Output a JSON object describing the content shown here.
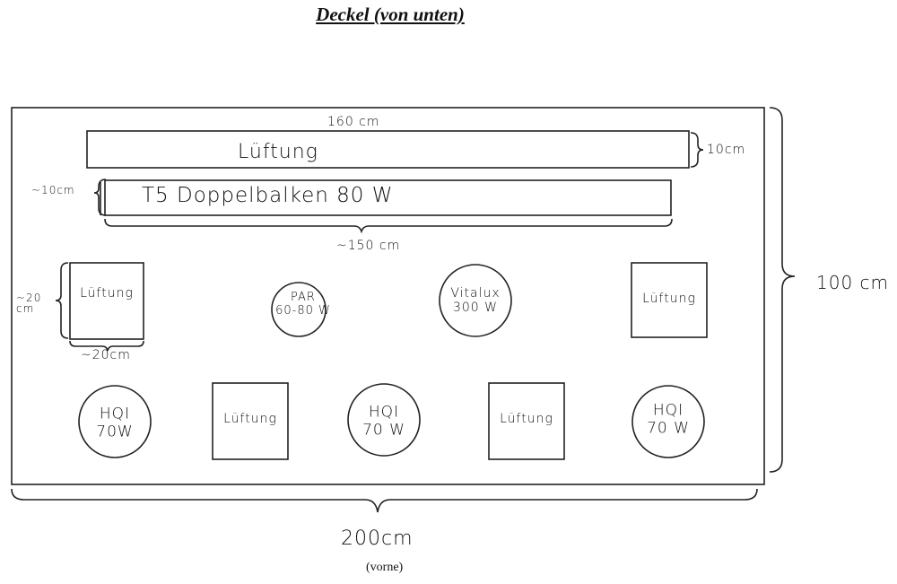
{
  "title": "Deckel (von unten)",
  "dimensions": {
    "top_bar_length": "160 cm",
    "top_bar_height": "10cm",
    "t5_height": "~10cm",
    "t5_length": "~150 cm",
    "square_height": "~20 cm",
    "square_width": "~20cm",
    "depth": "100 cm",
    "width": "200cm"
  },
  "elements": {
    "top_bar": "Lüftung",
    "t5_bar": "T5  Doppelbalken  80 W",
    "vent_left": "Lüftung",
    "par_line1": "PAR",
    "par_line2": "60-80 W",
    "vitalux_line1": "Vitalux",
    "vitalux_line2": "300 W",
    "vent_right": "Lüftung",
    "hqi1_line1": "HQI",
    "hqi1_line2": "70W",
    "vent_bottom1": "Lüftung",
    "hqi2_line1": "HQI",
    "hqi2_line2": "70 W",
    "vent_bottom2": "Lüftung",
    "hqi3_line1": "HQI",
    "hqi3_line2": "70 W"
  },
  "front_label": "(vorne)"
}
